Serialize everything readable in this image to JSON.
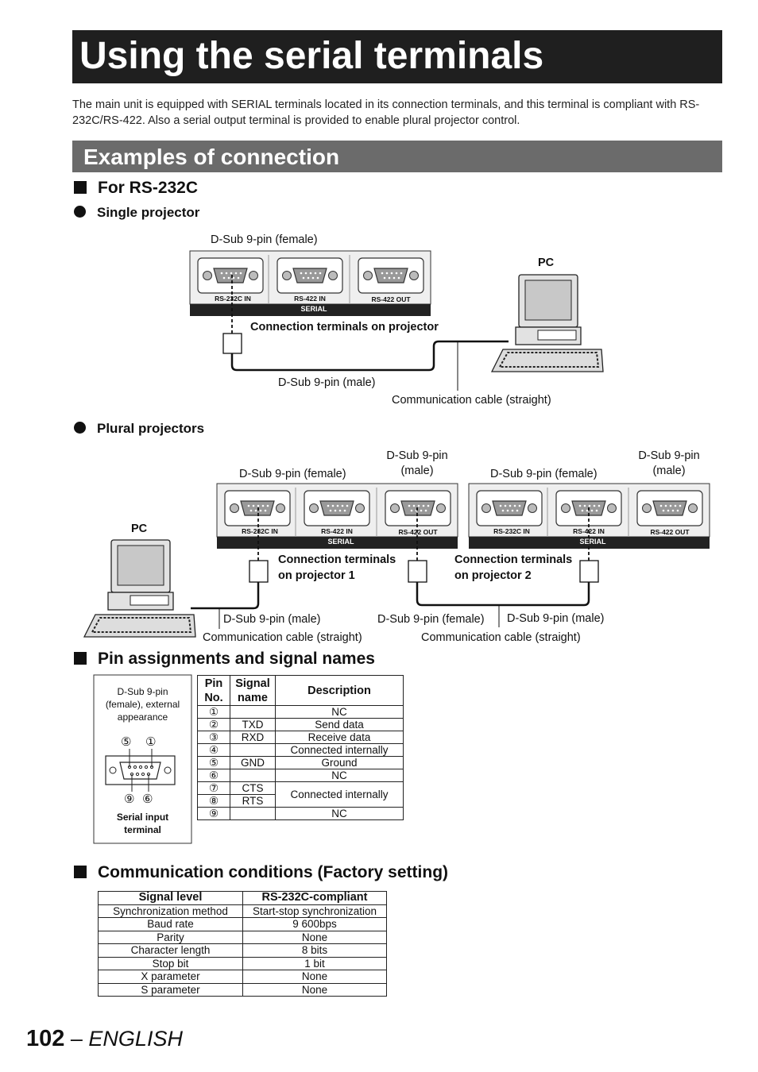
{
  "title": "Using the serial terminals",
  "intro": "The main unit is equipped with SERIAL terminals located in its connection terminals, and this terminal is compliant with RS-232C/RS-422. Also a serial output terminal is provided to enable plural projector control.",
  "section": "Examples of connection",
  "rs232c_heading": "For RS-232C",
  "single": {
    "heading": "Single projector",
    "dsub_female": "D-Sub 9-pin (female)",
    "pc": "PC",
    "panel_labels": [
      "RS-232C IN",
      "RS-422 IN",
      "RS-422 OUT"
    ],
    "serial": "SERIAL",
    "terminals": "Connection terminals on projector",
    "dsub_male": "D-Sub 9-pin (male)",
    "cable": "Communication cable (straight)"
  },
  "plural": {
    "heading": "Plural projectors",
    "dsub_female_1": "D-Sub 9-pin (female)",
    "dsub_male_top_1": "D-Sub 9-pin\n(male)",
    "dsub_female_2": "D-Sub 9-pin (female)",
    "dsub_male_top_2": "D-Sub 9-pin\n(male)",
    "pc": "PC",
    "panel_labels": [
      "RS-232C IN",
      "RS-422 IN",
      "RS-422 OUT"
    ],
    "serial": "SERIAL",
    "terminals_1": "Connection terminals\non projector 1",
    "terminals_2": "Connection terminals\non projector 2",
    "dsub_male_bottom_1": "D-Sub 9-pin (male)",
    "dsub_female_bottom": "D-Sub 9-pin (female)",
    "dsub_male_bottom_2": "D-Sub 9-pin (male)",
    "cable_1": "Communication cable (straight)",
    "cable_2": "Communication cable (straight)"
  },
  "pin_heading": "Pin assignments and signal names",
  "pin_figure": {
    "caption": "D-Sub 9-pin\n(female), external\nappearance",
    "pin_5": "⑤",
    "pin_1": "①",
    "pin_9": "⑨",
    "pin_6": "⑥",
    "footer": "Serial input\nterminal"
  },
  "pin_table": {
    "headers": [
      "Pin\nNo.",
      "Signal\nname",
      "Description"
    ],
    "rows": [
      [
        "①",
        "",
        "NC"
      ],
      [
        "②",
        "TXD",
        "Send data"
      ],
      [
        "③",
        "RXD",
        "Receive data"
      ],
      [
        "④",
        "",
        "Connected internally"
      ],
      [
        "⑤",
        "GND",
        "Ground"
      ],
      [
        "⑥",
        "",
        "NC"
      ],
      [
        "⑦",
        "CTS",
        "Connected internally"
      ],
      [
        "⑧",
        "RTS",
        ""
      ],
      [
        "⑨",
        "",
        "NC"
      ]
    ]
  },
  "comm_heading": "Communication conditions (Factory setting)",
  "comm_table": {
    "headers": [
      "Signal level",
      "RS-232C-compliant"
    ],
    "rows": [
      [
        "Synchronization method",
        "Start-stop synchronization"
      ],
      [
        "Baud rate",
        "9 600bps"
      ],
      [
        "Parity",
        "None"
      ],
      [
        "Character length",
        "8 bits"
      ],
      [
        "Stop bit",
        "1 bit"
      ],
      [
        "X parameter",
        "None"
      ],
      [
        "S parameter",
        "None"
      ]
    ]
  },
  "footer": {
    "page": "102",
    "sep": " – ",
    "lang": "ENGLISH"
  }
}
